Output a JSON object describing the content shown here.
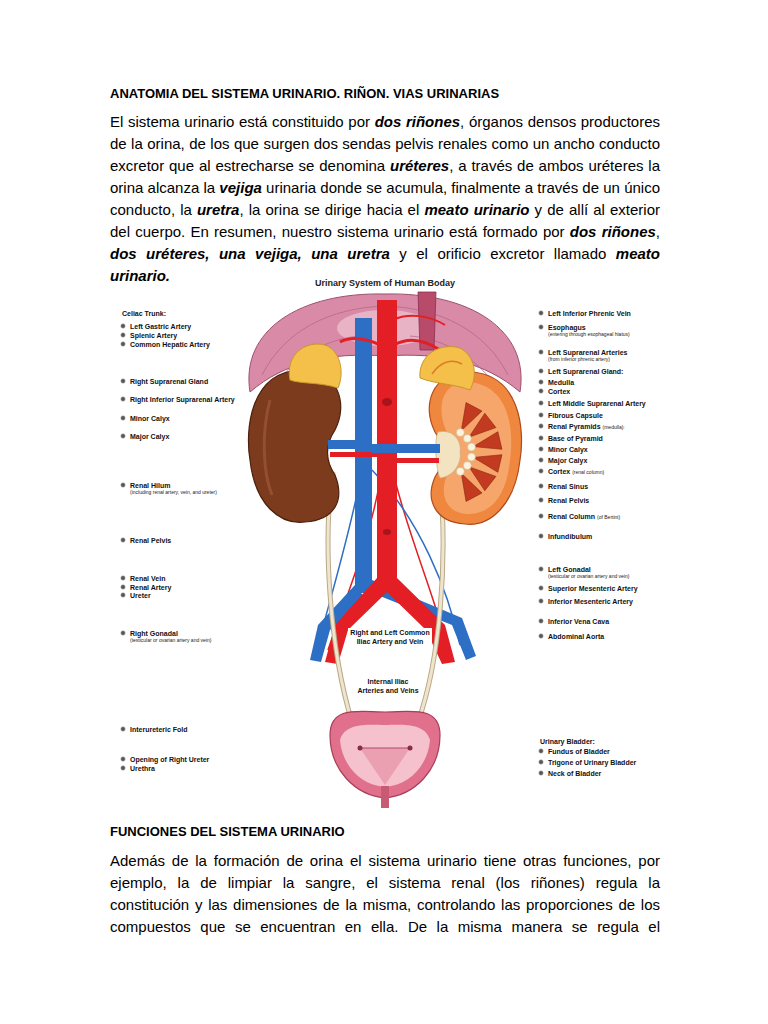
{
  "diagram": {
    "title": "ANATOMIA DEL SISTEMA URINARIO. RIÑON. VIAS URINARIAS",
    "labels": [
      "El sistema urinario está constituido por",
      "dos riñones",
      ", órganos densos productores de la orina, de los que surgen dos sendas pelvis renales como un ancho conducto excretor que al estrecharse se denomina",
      "uréteres",
      ", a través de ambos uréteres la orina alcanza la",
      "vejiga",
      "urinaria donde se acumula, finalmente a través de un único conducto, la",
      "uretra",
      ", la orina se dirige hacia el",
      "meato urinario",
      "y de allí al exterior del cuerpo. En resumen, nuestro sistema urinario está formado por",
      "dos riñones",
      ",",
      "dos uréteres, una vejiga, una uretra",
      "y el orificio excretor llamado",
      "meato urinario.",
      "Urinary System of Human Boday",
      "Celiac Trunk:",
      "Left Gastric Artery",
      "Splenic Artery",
      "Common Hepatic Artery",
      "Right Suprarenal Gland",
      "Right Inferior Suprarenal Artery",
      "Minor Calyx",
      "Major Calyx",
      "Renal Hilum",
      "(including renal artery, vein, and ureter)",
      "Renal Pelvis",
      "Renal Vein",
      "Renal Artery",
      "Ureter",
      "Right Gonadal",
      "(testicular or ovarian artery and vein)",
      "Interureteric Fold",
      "Opening of Right Ureter",
      "Urethra",
      "Right and Left Common Iliac Artery and Vein",
      "Internal Iliac Arteries and Veins",
      "Left Inferior Phrenic Vein",
      "Esophagus",
      "(entering through esophageal hiatus)",
      "Left Suprarenal Arteries",
      "(from inferior phrenic artery)",
      "Left Suprarenal Gland:",
      "Medulla",
      "Cortex",
      "Left Middle Suprarenal Artery",
      "Fibrous Capsule",
      "Renal Pyramids",
      "(medulla):",
      "Base of Pyramid",
      "Minor Calyx",
      "Major Calyx",
      "Cortex",
      "(renal column)",
      "Renal Sinus",
      "Renal Pelvis",
      "Renal Column",
      "(of Bertini)",
      "Infundibulum",
      "Left Gonadal",
      "(testicular or ovarian artery and vein)",
      "Superior Mesenteric Artery",
      "Inferior Mesenteric Artery",
      "Inferior Vena Cava",
      "Abdominal Aorta",
      "Urinary Bladder:",
      "Fundus of Bladder",
      "Trigone of Urinary Bladder",
      "Neck of Bladder",
      "FUNCIONES DEL SISTEMA URINARIO",
      "Además de la formación de orina el sistema urinario tiene otras funciones, por ejemplo, la de limpiar la sangre, el sistema renal (los riñones) regula la constitución y las dimensiones de la misma, controlando las proporciones de los compuestos que se encuentran en ella. De la misma manera se regula el"
    ]
  }
}
